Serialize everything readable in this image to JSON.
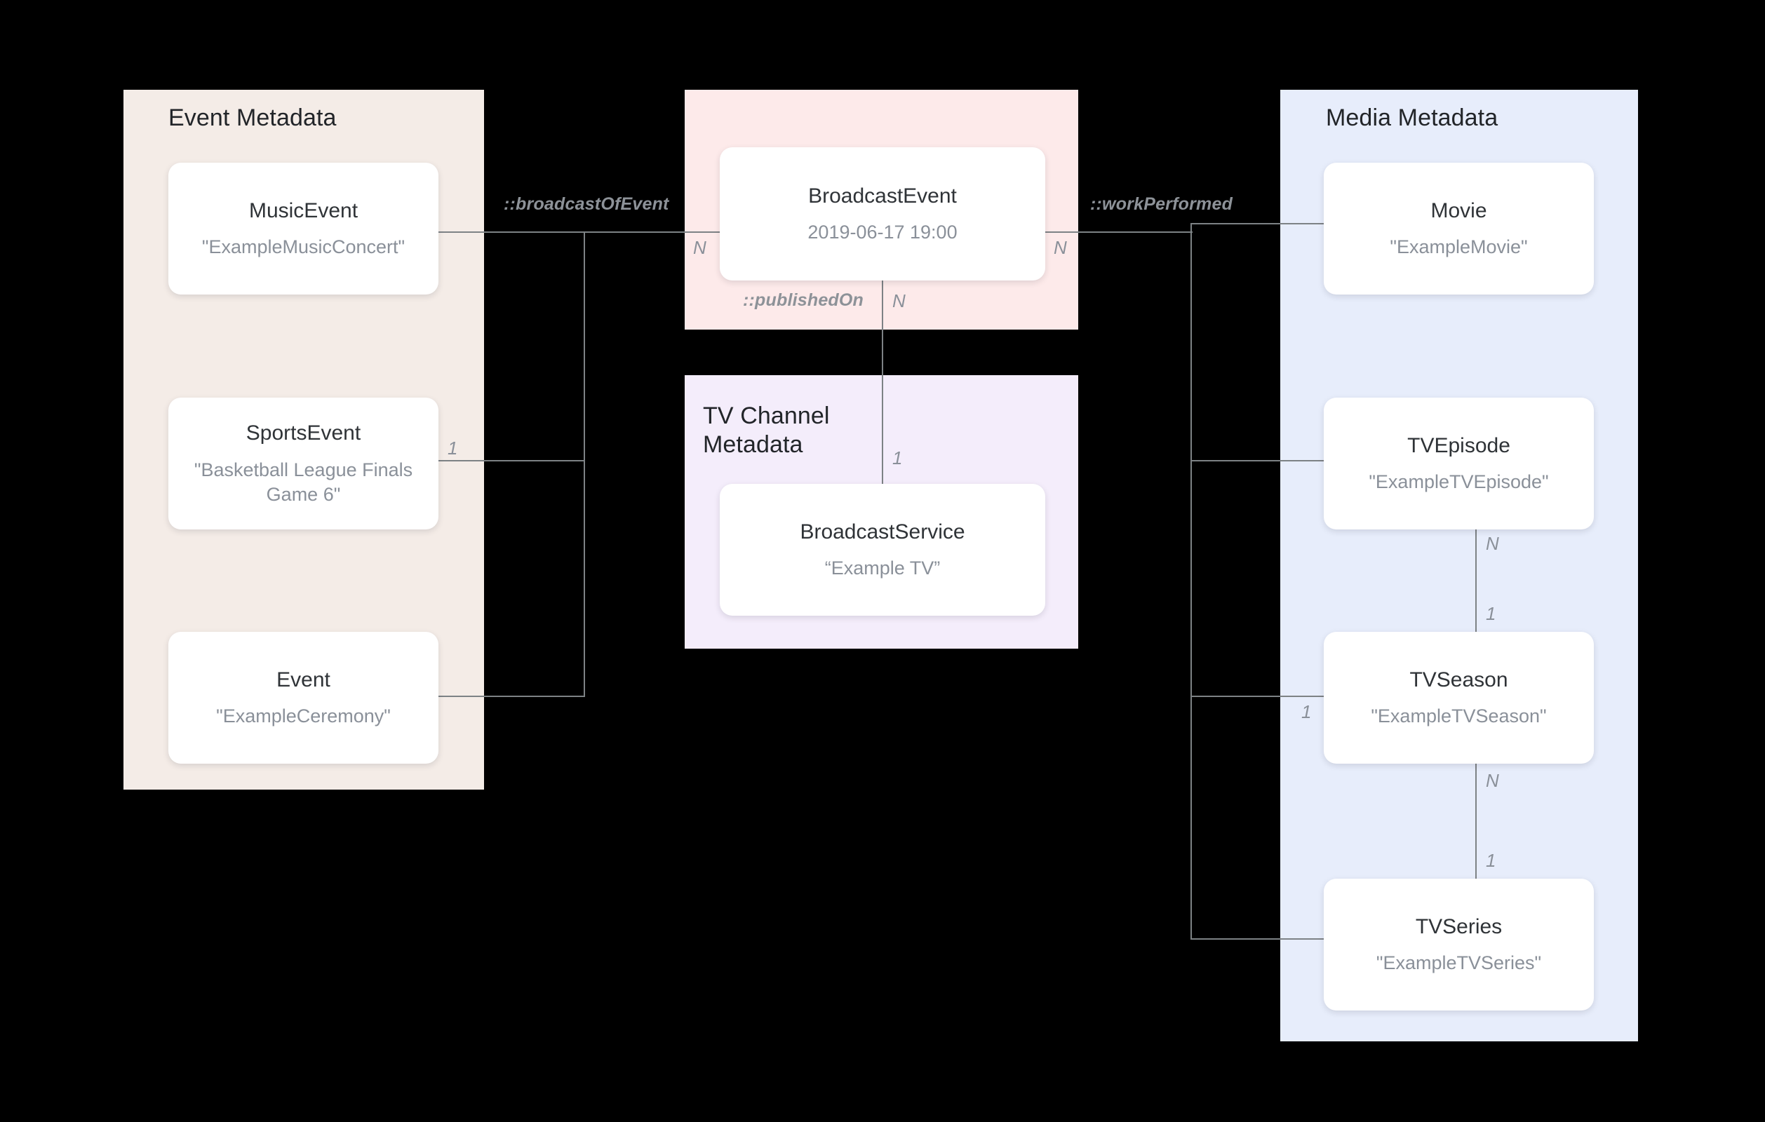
{
  "diagram": {
    "title": "Broadcast / Media metadata entity-relationship diagram",
    "background": "#000000",
    "colors": {
      "event_panel": "#f4ece7",
      "broadcast_panel": "#fdeaea",
      "tv_channel_panel": "#f4edfb",
      "media_panel": "#e7edfb",
      "card": "#ffffff",
      "card_title_text": "#2f3337",
      "card_value_text": "#8a9099",
      "connector": "#7d8285",
      "label_text": "#8d9298"
    }
  },
  "panels": {
    "event": {
      "title": "Event Metadata"
    },
    "broadcast": {
      "title": ""
    },
    "tv_channel": {
      "title": "TV Channel Metadata"
    },
    "media": {
      "title": "Media Metadata"
    }
  },
  "entities": {
    "music_event": {
      "name": "MusicEvent",
      "value": "\"ExampleMusicConcert\""
    },
    "sports_event": {
      "name": "SportsEvent",
      "value": "\"Basketball League Finals Game 6\""
    },
    "event": {
      "name": "Event",
      "value": "\"ExampleCeremony\""
    },
    "broadcast_event": {
      "name": "BroadcastEvent",
      "value": "2019-06-17 19:00"
    },
    "broadcast_service": {
      "name": "BroadcastService",
      "value": "“Example TV”"
    },
    "movie": {
      "name": "Movie",
      "value": "\"ExampleMovie\""
    },
    "tv_episode": {
      "name": "TVEpisode",
      "value": "\"ExampleTVEpisode\""
    },
    "tv_season": {
      "name": "TVSeason",
      "value": "\"ExampleTVSeason\""
    },
    "tv_series": {
      "name": "TVSeries",
      "value": "\"ExampleTVSeries\""
    }
  },
  "relationships": {
    "broadcast_of_event": {
      "label": "::broadcastOfEvent"
    },
    "work_performed": {
      "label": "::workPerformed"
    },
    "published_on": {
      "label": "::publishedOn"
    }
  },
  "multiplicities": {
    "broadcast_event_left": "N",
    "broadcast_event_right": "N",
    "broadcast_event_bottom": "N",
    "sports_event_right": "1",
    "broadcast_service_top": "1",
    "tv_episode_bottom": "N",
    "tv_season_top": "1",
    "tv_season_left": "1",
    "tv_season_bottom": "N",
    "tv_series_top": "1"
  }
}
